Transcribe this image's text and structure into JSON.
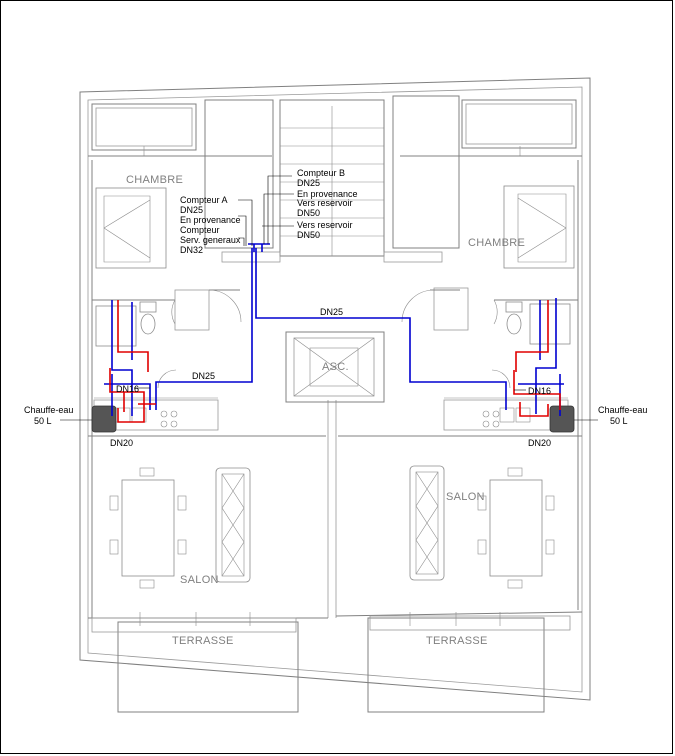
{
  "rooms": {
    "chambre_left": "CHAMBRE",
    "chambre_right": "CHAMBRE",
    "salon_left": "SALON",
    "salon_right": "SALON",
    "terrasse_left": "TERRASSE",
    "terrasse_right": "TERRASSE",
    "elevator": "ASC."
  },
  "labels": {
    "compteur_a": "Compteur A",
    "dn25_a": "DN25",
    "provenance_a": "En provenance",
    "compteur_serv": "Compteur",
    "serv_generaux": "Serv. generaux",
    "dn32": "DN32",
    "compteur_b": "Compteur B",
    "dn25_b": "DN25",
    "provenance_b": "En provenance",
    "vers_reservoir_1": "Vers reservoir",
    "dn50_1": "DN50",
    "vers_reservoir_2": "Vers reservoir",
    "dn50_2": "DN50",
    "dn25_main": "DN25",
    "dn25_left": "DN25",
    "dn16_left": "DN16",
    "dn16_right": "DN16",
    "dn20_left": "DN20",
    "dn20_right": "DN20",
    "chauffe_left_1": "Chauffe-eau",
    "chauffe_left_2": "50 L",
    "chauffe_right_1": "Chauffe-eau",
    "chauffe_right_2": "50 L"
  },
  "colors": {
    "hot_water": "#e00000",
    "cold_water": "#0000d0",
    "walls": "#808080"
  }
}
